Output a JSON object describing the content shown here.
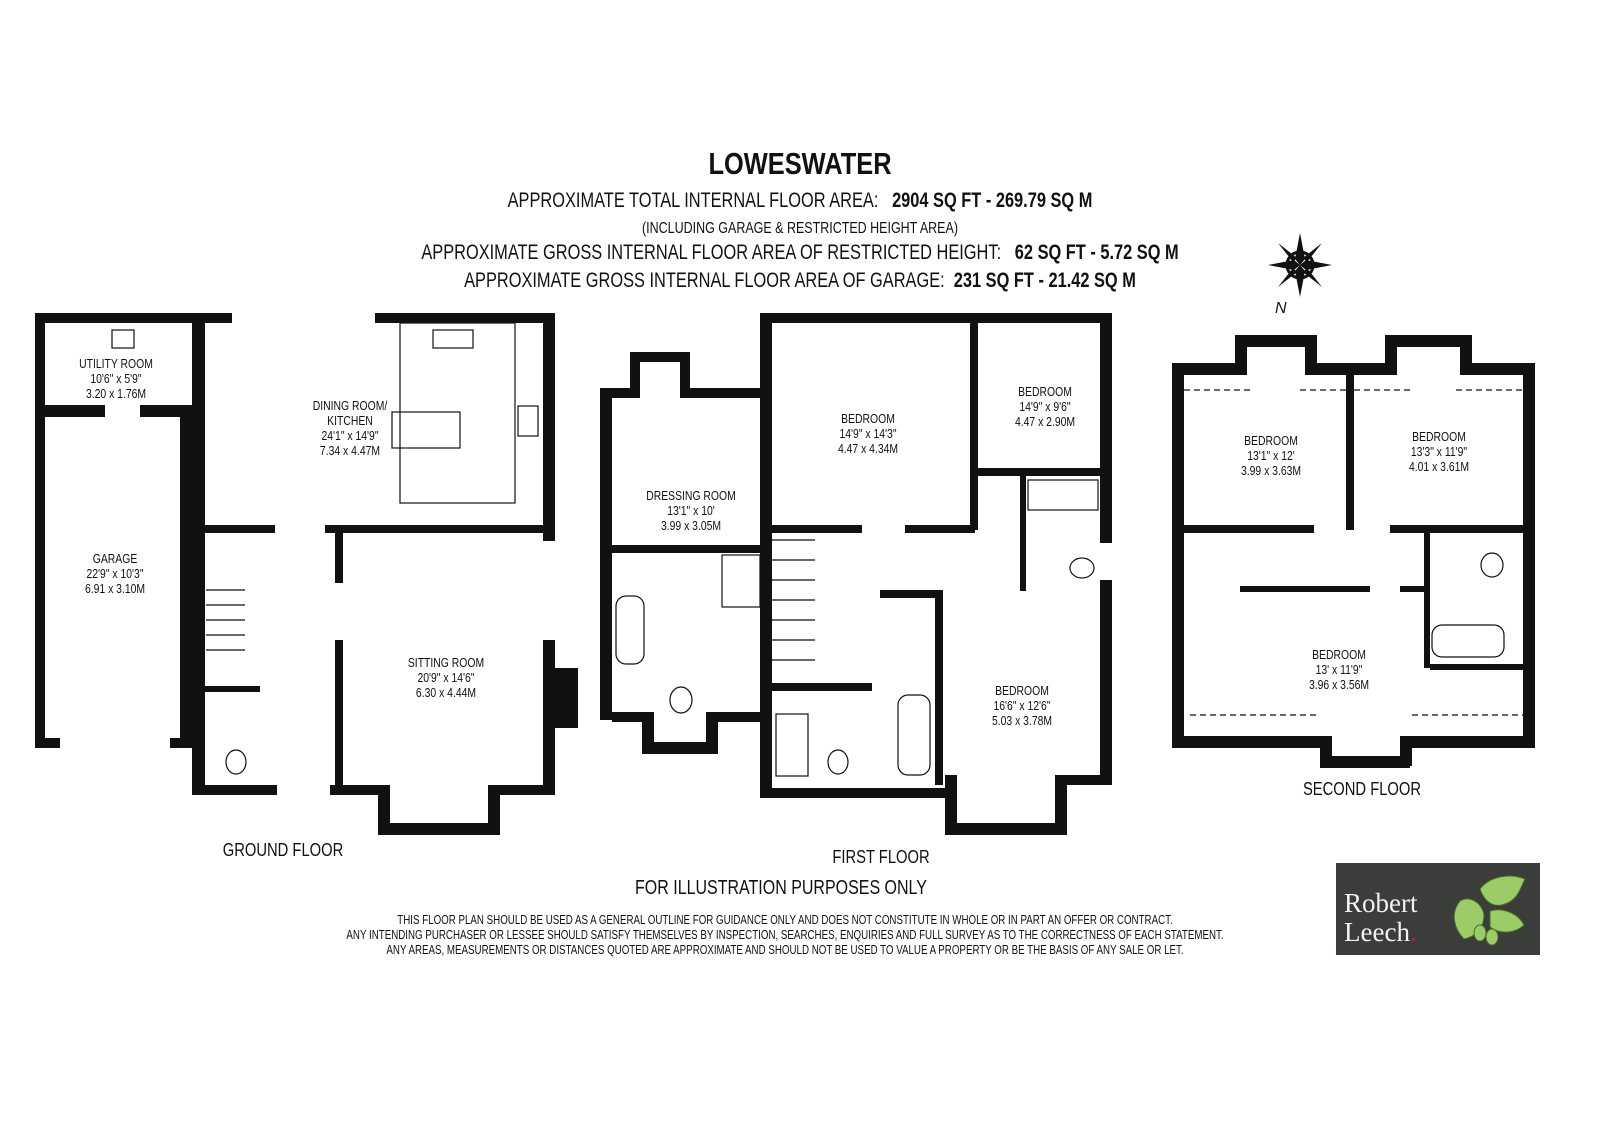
{
  "header": {
    "title": "LOWESWATER",
    "total_label": "APPROXIMATE TOTAL INTERNAL FLOOR AREA:",
    "total_value": "2904 SQ FT  -  269.79 SQ M",
    "including_note": "(INCLUDING GARAGE & RESTRICTED HEIGHT AREA)",
    "restricted_label": "APPROXIMATE GROSS INTERNAL FLOOR AREA OF RESTRICTED HEIGHT:",
    "restricted_value": "62 SQ FT  -  5.72 SQ M",
    "garage_label": "APPROXIMATE GROSS INTERNAL FLOOR AREA OF GARAGE:",
    "garage_value": "231 SQ FT  -  21.42 SQ M"
  },
  "compass": {
    "icon": "compass-rose-icon",
    "label": "N"
  },
  "floors": {
    "ground": {
      "label": "GROUND FLOOR",
      "rooms": [
        {
          "name": "UTILITY ROOM",
          "imperial": "10'6\" x 5'9\"",
          "metric": "3.20 x 1.76M"
        },
        {
          "name": "DINING ROOM/",
          "name2": "KITCHEN",
          "imperial": "24'1\" x 14'9\"",
          "metric": "7.34 x 4.47M"
        },
        {
          "name": "GARAGE",
          "imperial": "22'9\" x 10'3\"",
          "metric": "6.91 x 3.10M"
        },
        {
          "name": "SITTING ROOM",
          "imperial": "20'9\" x 14'6\"",
          "metric": "6.30 x 4.44M"
        }
      ]
    },
    "first": {
      "label": "FIRST FLOOR",
      "rooms": [
        {
          "name": "DRESSING ROOM",
          "imperial": "13'1\" x 10'",
          "metric": "3.99 x 3.05M"
        },
        {
          "name": "BEDROOM",
          "imperial": "14'9\" x 14'3\"",
          "metric": "4.47 x 4.34M"
        },
        {
          "name": "BEDROOM",
          "imperial": "14'9\" x 9'6\"",
          "metric": "4.47 x 2.90M"
        },
        {
          "name": "BEDROOM",
          "imperial": "16'6\" x 12'6\"",
          "metric": "5.03 x 3.78M"
        }
      ]
    },
    "second": {
      "label": "SECOND FLOOR",
      "rooms": [
        {
          "name": "BEDROOM",
          "imperial": "13'1\" x 12'",
          "metric": "3.99 x 3.63M"
        },
        {
          "name": "BEDROOM",
          "imperial": "13'3\" x 11'9\"",
          "metric": "4.01 x 3.61M"
        },
        {
          "name": "BEDROOM",
          "imperial": "13' x 11'9\"",
          "metric": "3.96 x 3.56M"
        }
      ]
    }
  },
  "footer": {
    "illustration": "FOR ILLUSTRATION PURPOSES ONLY",
    "disclaimer": [
      "THIS FLOOR PLAN SHOULD BE USED AS A GENERAL OUTLINE FOR GUIDANCE ONLY AND DOES NOT CONSTITUTE IN WHOLE OR IN PART AN OFFER OR CONTRACT.",
      "ANY INTENDING PURCHASER OR LESSEE SHOULD SATISFY THEMSELVES BY INSPECTION, SEARCHES, ENQUIRIES AND FULL SURVEY AS TO THE CORRECTNESS OF EACH STATEMENT.",
      "ANY AREAS, MEASUREMENTS OR DISTANCES QUOTED ARE APPROXIMATE AND SHOULD NOT BE USED TO VALUE A PROPERTY OR BE THE BASIS OF ANY SALE OR LET."
    ]
  },
  "logo": {
    "line1": "Robert",
    "line2": "Leech",
    "dot": ".",
    "bg": "#3b3d3a",
    "leaf": "#9ccc65"
  }
}
